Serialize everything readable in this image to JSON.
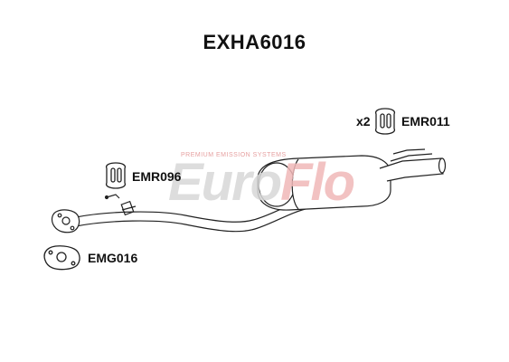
{
  "title": "EXHA6016",
  "watermark": {
    "logo_part1": "Euro",
    "logo_part2": "Flo",
    "tagline": "PREMIUM EMISSION SYSTEMS"
  },
  "parts": {
    "hanger_right": {
      "qty": "x2",
      "code": "EMR011"
    },
    "hanger_left": {
      "code": "EMR096"
    },
    "gasket": {
      "code": "EMG016"
    }
  },
  "colors": {
    "line": "#222222",
    "watermark_grey": "#d8d8d8",
    "watermark_red": "#f0b8b8"
  }
}
